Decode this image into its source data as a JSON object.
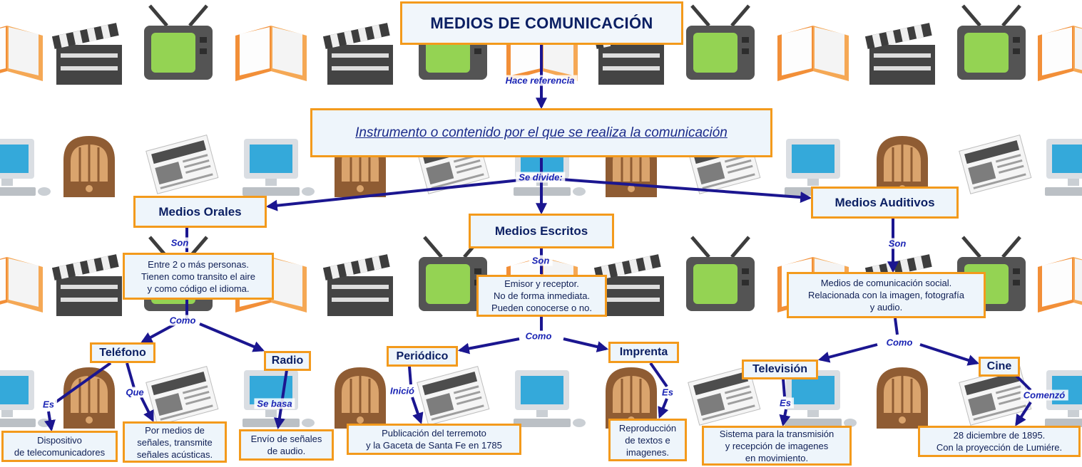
{
  "title": "MEDIOS DE COMUNICACIÓN",
  "definition": "Instrumento o contenido por el que se realiza la comunicación",
  "categories": {
    "orales": "Medios Orales",
    "escritos": "Medios Escritos",
    "auditivos": "Medios Auditivos"
  },
  "descriptions": {
    "orales": "Entre 2 o más personas.\nTienen como transito el aire\ny como código el idioma.",
    "escritos": "Emisor y receptor.\nNo de forma inmediata.\nPueden conocerse o no.",
    "auditivos": "Medios de comunicación social.\nRelacionada con la imagen, fotografía\ny audio."
  },
  "subs": {
    "telefono": "Teléfono",
    "radio": "Radio",
    "periodico": "Periódico",
    "imprenta": "Imprenta",
    "television": "Televisión",
    "cine": "Cine"
  },
  "details": {
    "telefono_es": "Dispositivo\nde telecomunicadores",
    "telefono_que": "Por medios de\nseñales, transmite\nseñales acústicas.",
    "radio": "Envío de señales\nde audio.",
    "periodico": "Publicación del terremoto\ny la Gaceta de Santa Fe en 1785",
    "imprenta": "Reproducción\nde textos e\nimagenes.",
    "television": "Sistema para la transmisión\ny recepción de imagenes\nen movimiento.",
    "cine": "28 diciembre de 1895.\nCon la proyección de Lumiére."
  },
  "labels": {
    "hace_referencia": "Hace referencia",
    "se_divide": "Se divide:",
    "son_orales": "Son",
    "son_escritos": "Son",
    "son_auditivos": "Son",
    "como_orales": "Como",
    "como_escritos": "Como",
    "como_auditivos": "Como",
    "es_telefono": "Es",
    "que_telefono": "Que",
    "se_basa": "Se basa",
    "inicio": "Inició",
    "es_imprenta": "Es",
    "es_television": "Es",
    "comenzo": "Comenzó"
  },
  "colors": {
    "box_border": "#f39a1c",
    "box_fill": "#eef5fb",
    "text": "#0b1f63",
    "arrow": "#1b1690",
    "label": "#1a24b4"
  }
}
